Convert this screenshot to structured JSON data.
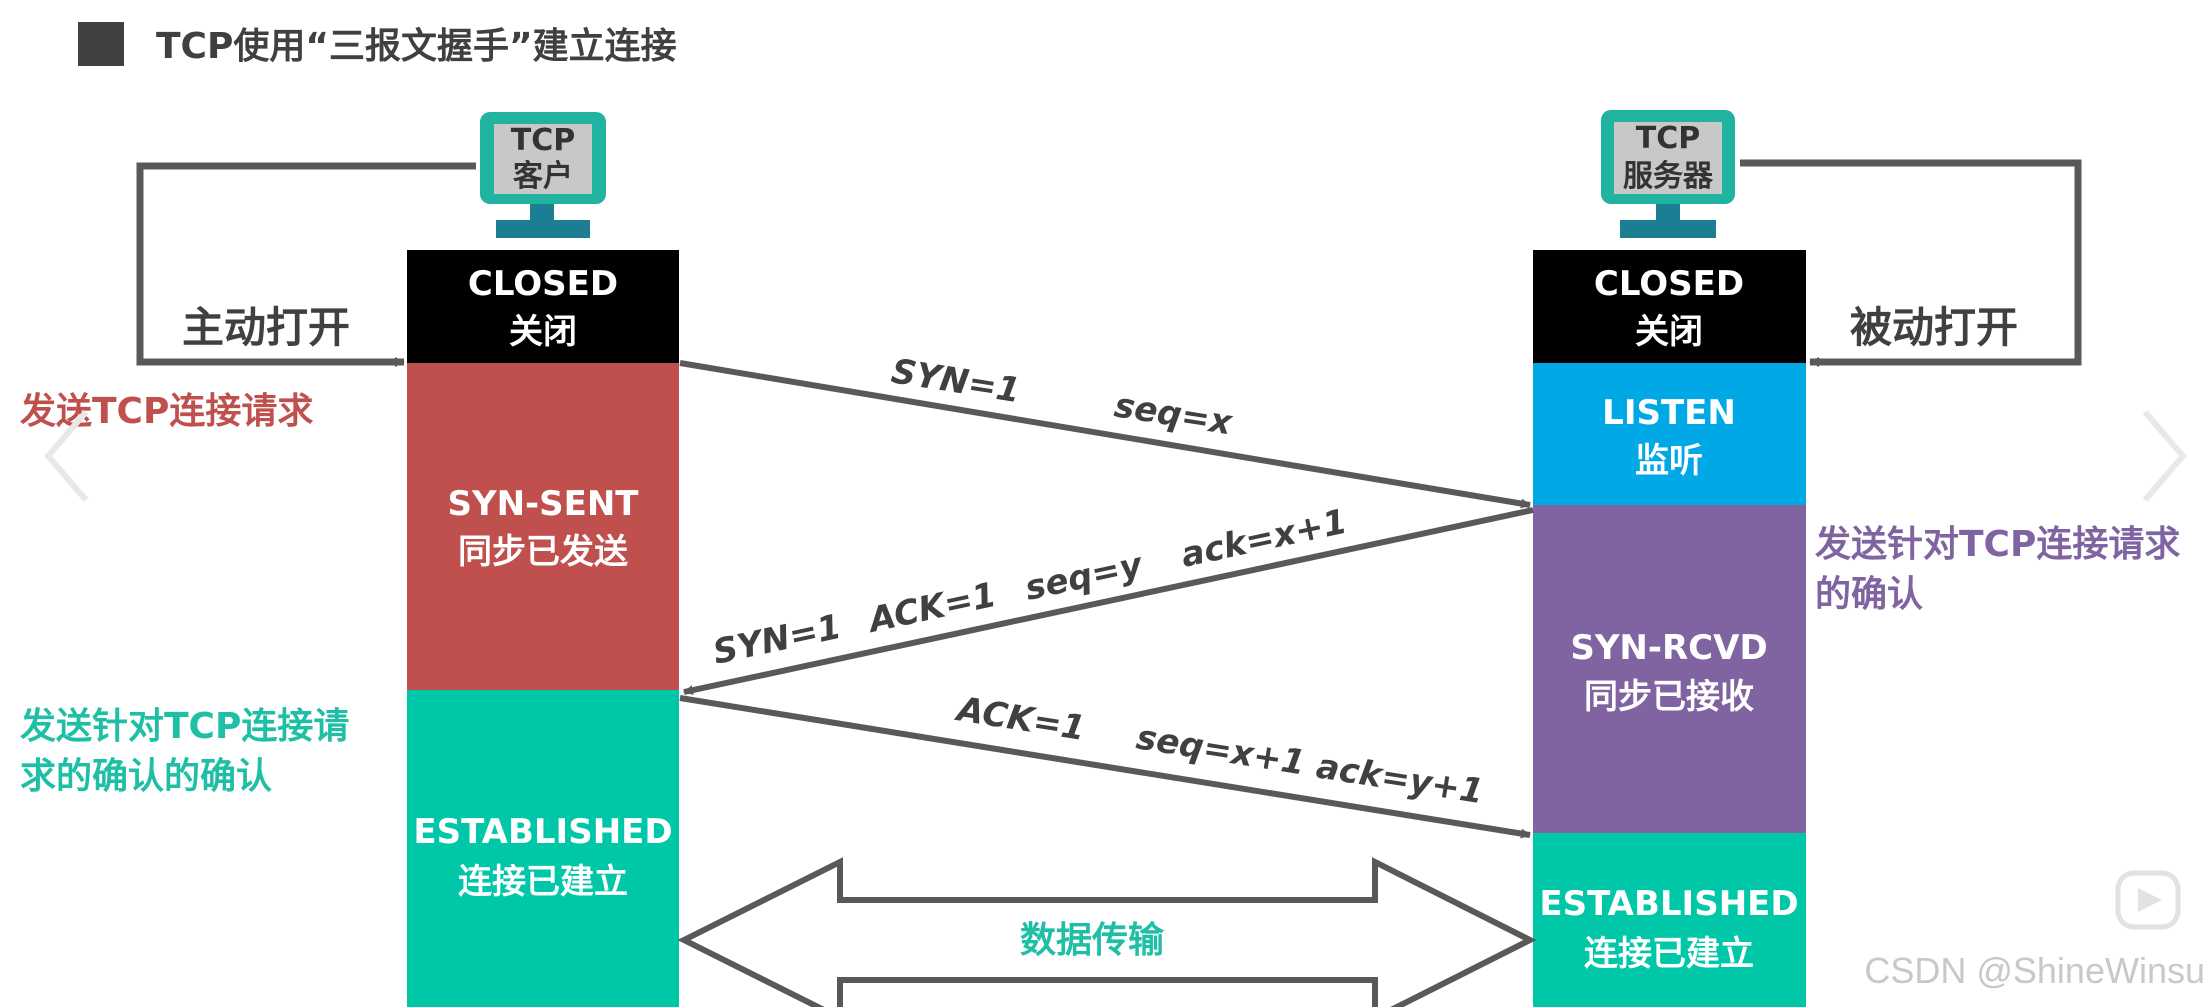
{
  "title": "TCP使用“三报文握手”建立连接",
  "client": {
    "icon_line1": "TCP",
    "icon_line2": "客户",
    "open_label": "主动打开",
    "send_request_label": "发送TCP连接请求",
    "confirm_label_line1": "发送针对TCP连接请",
    "confirm_label_line2": "求的确认的确认",
    "states": [
      {
        "en": "CLOSED",
        "zh": "关闭",
        "color": "#000000"
      },
      {
        "en": "SYN-SENT",
        "zh": "同步已发送",
        "color": "#C0504D"
      },
      {
        "en": "ESTABLISHED",
        "zh": "连接已建立",
        "color": "#00C7A8"
      }
    ]
  },
  "server": {
    "icon_line1": "TCP",
    "icon_line2": "服务器",
    "open_label": "被动打开",
    "ack_label_line1": "发送针对TCP连接请求",
    "ack_label_line2": "的确认",
    "states": [
      {
        "en": "CLOSED",
        "zh": "关闭",
        "color": "#000000"
      },
      {
        "en": "LISTEN",
        "zh": "监听",
        "color": "#00A9E6"
      },
      {
        "en": "SYN-RCVD",
        "zh": "同步已接收",
        "color": "#8064A2"
      },
      {
        "en": "ESTABLISHED",
        "zh": "连接已建立",
        "color": "#00C7A8"
      }
    ]
  },
  "messages": {
    "m1": [
      "SYN=1",
      "seq=x"
    ],
    "m2": [
      "SYN=1",
      "ACK=1",
      "seq=y",
      "ack=x+1"
    ],
    "m3": [
      "ACK=1",
      "seq=x+1",
      "ack=y+1"
    ]
  },
  "data_transfer_label": "数据传输",
  "watermark": "CSDN @ShineWinsu",
  "colors": {
    "red_label": "#C0504D",
    "teal_label": "#1FBFA6",
    "purple_label": "#8064A2",
    "arrow": "#595959",
    "icon_teal": "#1FB3A0"
  }
}
